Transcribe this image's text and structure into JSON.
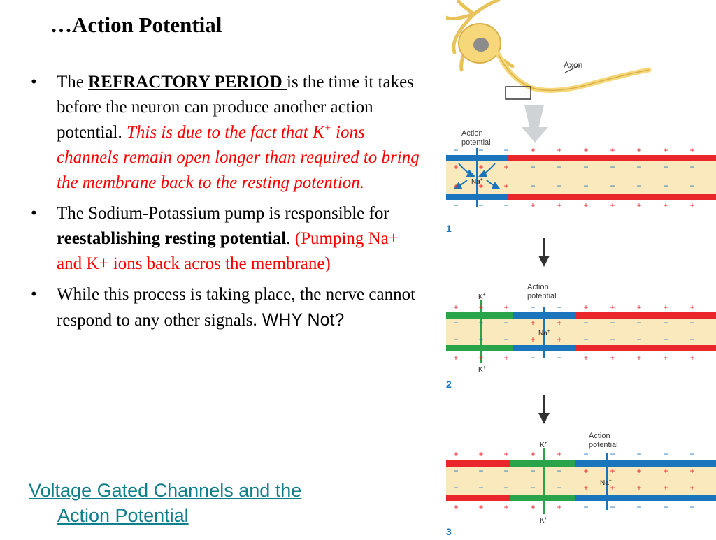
{
  "slide": {
    "title": "…Action Potential",
    "bullet_glyph": "•",
    "bullet1": {
      "pre": "The ",
      "term": "REFRACTORY PERIOD ",
      "post": "is the time it takes before the neuron can produce another action potential.",
      "red_a": "This  is due to the fact that K",
      "red_sup": "+",
      "red_b": " ions channels remain open longer than required to bring the membrane back to the resting potention."
    },
    "bullet2": {
      "pre": "The Sodium-Potassium pump is responsible for ",
      "bold": "reestablishing resting potential",
      "period": ". ",
      "red": "(Pumping Na+ and K+ ions back acros the membrane)"
    },
    "bullet3": {
      "pre": "While this process is taking place, the nerve cannot respond to any other signals",
      "period": ".",
      "sans": " WHY Not?"
    },
    "link": {
      "line1": "Voltage Gated Channels and the",
      "line2": "Action Potential"
    }
  },
  "figure": {
    "axon_label": "Axon",
    "action_potential_label": [
      "Action",
      "potential"
    ],
    "na_label": "Na",
    "k_label": "K",
    "ion_sup": "+",
    "plus": "+",
    "minus": "−",
    "step_numbers": [
      "1",
      "2",
      "3"
    ],
    "colors": {
      "red_membrane": "#e8262c",
      "blue_membrane": "#1b75bc",
      "green_membrane": "#2aa44a",
      "cytoplasm": "#fbe9be",
      "neuron": "#f6d77a",
      "label_text": "#3a3a3a"
    }
  }
}
